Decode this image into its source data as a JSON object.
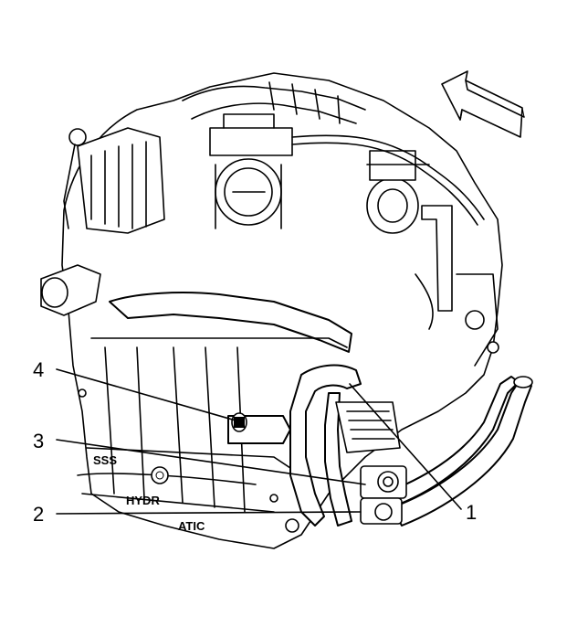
{
  "callouts": [
    {
      "id": "1",
      "label": "1"
    },
    {
      "id": "2",
      "label": "2"
    },
    {
      "id": "3",
      "label": "3"
    },
    {
      "id": "4",
      "label": "4"
    }
  ],
  "engraved_text": {
    "block_marking": "SSS",
    "pan_marking_1": "HYDR",
    "pan_marking_2": "ATIC"
  },
  "colors": {
    "line": "#000000",
    "background": "#ffffff"
  },
  "icons": {
    "direction_indicator": "arrow-icon"
  }
}
